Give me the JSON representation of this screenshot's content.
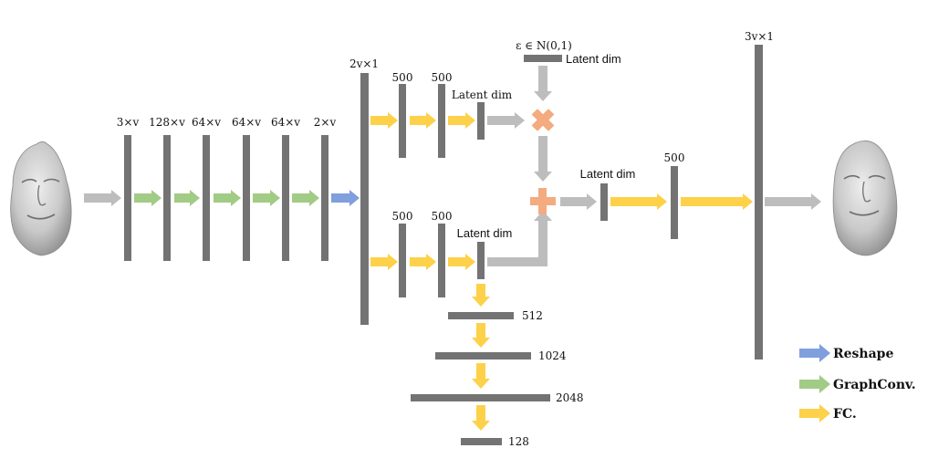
{
  "colors": {
    "bar": "#737373",
    "arrow_gray": "#bdbdbd",
    "arrow_green": "#a2cb86",
    "arrow_blue": "#7f9fdd",
    "arrow_yellow": "#fdd149",
    "operator": "#f3ab7f"
  },
  "encoder": {
    "labels": [
      "3×v",
      "128×v",
      "64×v",
      "64×v",
      "64×v",
      "2×v"
    ],
    "flatten_label": "2v×1"
  },
  "mu_branch": {
    "fc1_label": "500",
    "fc2_label": "500",
    "latent_label": "Latent dim"
  },
  "sigma_branch": {
    "fc1_label": "500",
    "fc2_label": "500",
    "latent_label": "Latent dim"
  },
  "sampling": {
    "epsilon_label": "ε ∈ N(0,1)",
    "epsilon_dim_label": "Latent dim",
    "multiply_icon": "multiply-icon",
    "add_icon": "plus-icon"
  },
  "decoder": {
    "latent_label": "Latent dim",
    "fc_label": "500",
    "output_label": "3v×1"
  },
  "side_branch": {
    "labels": [
      "512",
      "1024",
      "2048",
      "128"
    ]
  },
  "legend": {
    "reshape": "Reshape",
    "graphconv": "GraphConv.",
    "fc": "FC."
  },
  "images": {
    "input_face": "face-mesh-input",
    "output_face": "face-mesh-output"
  }
}
